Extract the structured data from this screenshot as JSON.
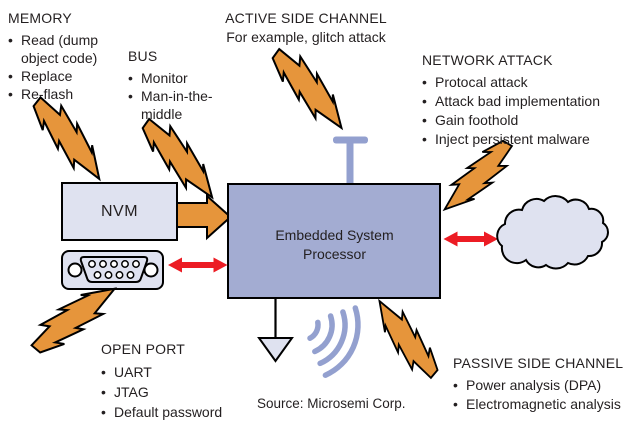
{
  "diagram": {
    "memory": {
      "title": "MEMORY",
      "items": [
        "Read (dump object code)",
        "Replace",
        "Re-flash"
      ]
    },
    "bus": {
      "title": "BUS",
      "items": [
        "Monitor",
        "Man-in-the-middle"
      ]
    },
    "active_side_channel": {
      "title": "ACTIVE SIDE CHANNEL",
      "subtitle": "For example, glitch attack"
    },
    "network_attack": {
      "title": "NETWORK ATTACK",
      "items": [
        "Protocal attack",
        "Attack bad implementation",
        "Gain foothold",
        "Inject persistent malware"
      ]
    },
    "open_port": {
      "title": "OPEN PORT",
      "items": [
        "UART",
        "JTAG",
        "Default password"
      ]
    },
    "passive_side_channel": {
      "title": "PASSIVE SIDE CHANNEL",
      "items": [
        "Power analysis (DPA)",
        "Electromagnetic analysis"
      ]
    },
    "processor": {
      "label_line1": "Embedded System",
      "label_line2": "Processor"
    },
    "nvm": {
      "label": "NVM"
    },
    "source": "Source: Microsemi Corp.",
    "icons": {
      "lightning-bolt-icon": "orange lightning bolt attack marker",
      "block-arrow-icon": "orange block arrow (bus link)",
      "double-arrow-icon": "red bidirectional arrow",
      "serial-port-icon": "DB9 serial connector",
      "cloud-icon": "network cloud",
      "antenna-icon": "antenna on processor",
      "em-waves-icon": "radiating electromagnetic waves",
      "down-arrow-icon": "hollow downward arrow"
    },
    "colors": {
      "bolt_orange": "#e6953b",
      "arrow_red": "#ec1c24",
      "processor_fill": "#a3acd2",
      "light_fill": "#dfe2f0",
      "periwinkle": "#93a0cf",
      "text": "#231f20"
    }
  }
}
